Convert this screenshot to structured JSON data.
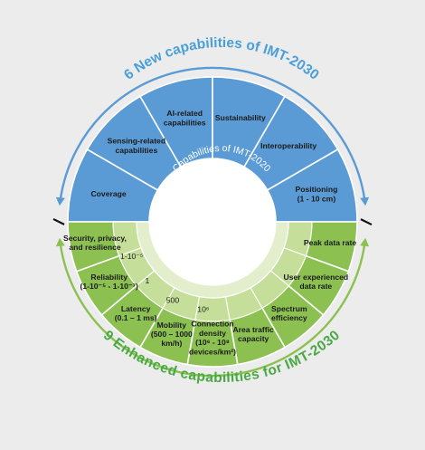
{
  "colors": {
    "background": "#ececec",
    "new_fill": "#5b9bd5",
    "new_title": "#4a9fd8",
    "enhanced_fill": "#8cc152",
    "enhanced_title": "#49a942",
    "inner_ring": "#c5df9a",
    "center_ring": "#e3efcc",
    "divider": "#ffffff"
  },
  "titles": {
    "new": "6 New capabilities of IMT-2030",
    "enhanced": "9 Enhanced capabilities for IMT-2030",
    "center": "Capabilities of IMT-2020"
  },
  "new_capabilities": [
    {
      "label": [
        "Coverage"
      ]
    },
    {
      "label": [
        "Sensing-related",
        "capabilities"
      ]
    },
    {
      "label": [
        "AI-related",
        "capabilities"
      ]
    },
    {
      "label": [
        "Sustainability"
      ]
    },
    {
      "label": [
        "Interoperability"
      ]
    },
    {
      "label": [
        "Positioning",
        "(1 - 10 cm)"
      ]
    }
  ],
  "enhanced_capabilities": [
    {
      "label": [
        "Peak data rate"
      ]
    },
    {
      "label": [
        "User experienced",
        "data rate"
      ]
    },
    {
      "label": [
        "Spectrum",
        "efficiency"
      ]
    },
    {
      "label": [
        "Area traffic",
        "capacity"
      ]
    },
    {
      "label": [
        "Connection",
        "density",
        "(10⁶ -  10⁸",
        "devices/km²)"
      ]
    },
    {
      "label": [
        "Mobility",
        "(500 – 1000",
        "km/h)"
      ]
    },
    {
      "label": [
        "Latency",
        "(0.1 – 1 ms)"
      ]
    },
    {
      "label": [
        "Reliability",
        "(1-10⁻⁵ - 1-10⁻⁷)"
      ]
    },
    {
      "label": [
        "Security, privacy,",
        "and resilience"
      ]
    }
  ],
  "imt2020_values": [
    "1-10⁻⁵",
    "1",
    "500",
    "10⁶"
  ]
}
